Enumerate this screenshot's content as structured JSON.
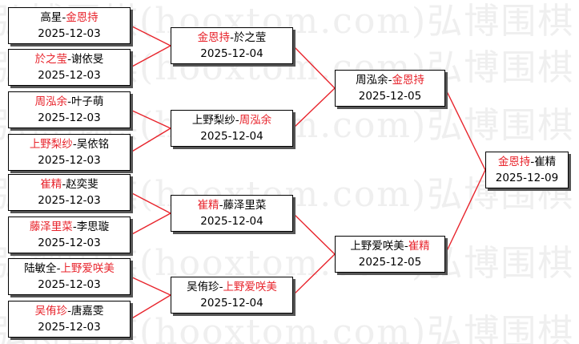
{
  "watermark": {
    "text": "弘博围棋(hooxtom.com)弘博围棋"
  },
  "colors": {
    "winner": "#e8242c",
    "line": "#e8242c",
    "text": "#000000"
  },
  "round1": [
    {
      "p1": "高星",
      "sep": "-",
      "p2": "金恩持",
      "winner": 2,
      "date": "2025-12-03"
    },
    {
      "p1": "於之莹",
      "sep": "-",
      "p2": "谢依旻",
      "winner": 1,
      "date": "2025-12-03"
    },
    {
      "p1": "周泓余",
      "sep": "-",
      "p2": "叶子萌",
      "winner": 1,
      "date": "2025-12-03"
    },
    {
      "p1": "上野梨纱",
      "sep": "-",
      "p2": "吴依铭",
      "winner": 1,
      "date": "2025-12-03"
    },
    {
      "p1": "崔精",
      "sep": "-",
      "p2": "赵奕斐",
      "winner": 1,
      "date": "2025-12-03"
    },
    {
      "p1": "藤泽里菜",
      "sep": "-",
      "p2": "李思璇",
      "winner": 1,
      "date": "2025-12-03"
    },
    {
      "p1": "陆敏全",
      "sep": "-",
      "p2": "上野爱咲美",
      "winner": 2,
      "date": "2025-12-03"
    },
    {
      "p1": "吴侑珍",
      "sep": "-",
      "p2": "唐嘉雯",
      "winner": 1,
      "date": "2025-12-03"
    }
  ],
  "round2": [
    {
      "p1": "金恩持",
      "sep": "-",
      "p2": "於之莹",
      "winner": 1,
      "date": "2025-12-04"
    },
    {
      "p1": "上野梨纱",
      "sep": "-",
      "p2": "周泓余",
      "winner": 2,
      "date": "2025-12-04"
    },
    {
      "p1": "崔精",
      "sep": "-",
      "p2": "藤泽里菜",
      "winner": 1,
      "date": "2025-12-04"
    },
    {
      "p1": "吴侑珍",
      "sep": "-",
      "p2": "上野爱咲美",
      "winner": 2,
      "date": "2025-12-04"
    }
  ],
  "round3": [
    {
      "p1": "周泓余",
      "sep": "-",
      "p2": "金恩持",
      "winner": 2,
      "date": "2025-12-05"
    },
    {
      "p1": "上野爱咲美",
      "sep": "-",
      "p2": "崔精",
      "winner": 2,
      "date": "2025-12-05"
    }
  ],
  "final": [
    {
      "p1": "金恩持",
      "sep": "-",
      "p2": "崔精",
      "winner": 1,
      "date": "2025-12-09"
    }
  ]
}
